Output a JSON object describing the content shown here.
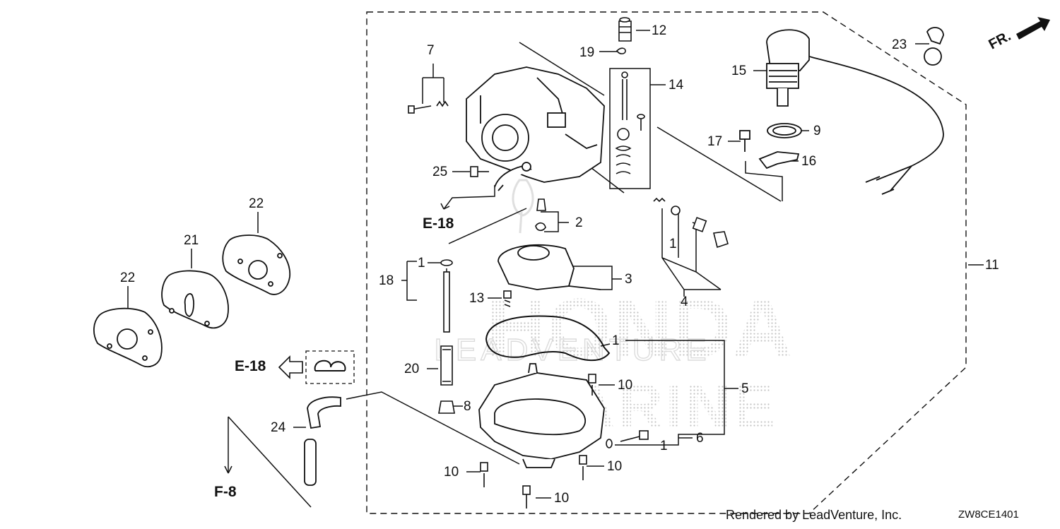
{
  "diagram": {
    "callouts": {
      "c1a": "1",
      "c1b": "1",
      "c1c": "1",
      "c1d": "1",
      "c2": "2",
      "c3": "3",
      "c4": "4",
      "c5": "5",
      "c6": "6",
      "c7": "7",
      "c8": "8",
      "c9": "9",
      "c10a": "10",
      "c10b": "10",
      "c10c": "10",
      "c10d": "10",
      "c11": "11",
      "c12": "12",
      "c13": "13",
      "c14": "14",
      "c15": "15",
      "c16": "16",
      "c17": "17",
      "c18": "18",
      "c19": "19",
      "c20": "20",
      "c21": "21",
      "c22a": "22",
      "c22b": "22",
      "c23": "23",
      "c24": "24",
      "c25": "25"
    },
    "refs": {
      "e18_top": "E-18",
      "e18_left": "E-18",
      "f8": "F-8",
      "fr": "FR."
    },
    "watermark": {
      "line1": "HONDA",
      "line2": "LEADVENTURE",
      "line3": "MARINE"
    },
    "footer": {
      "rendered_by": "Rendered by LeadVenture, Inc.",
      "diagram_code": "ZW8CE1401"
    }
  }
}
